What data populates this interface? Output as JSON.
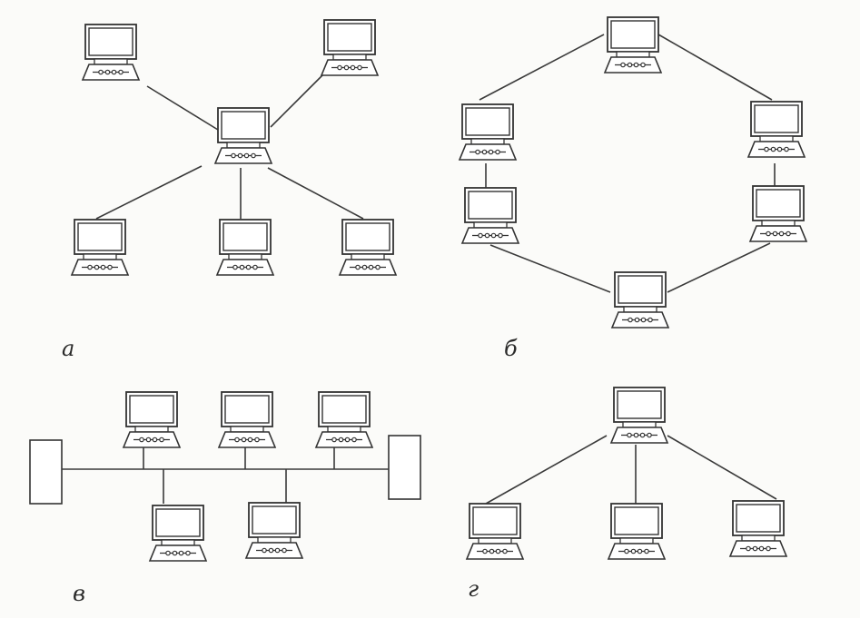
{
  "labels": {
    "a": "а",
    "b": "б",
    "v": "в",
    "g": "г"
  },
  "colors": {
    "ink": "#333333",
    "paper": "#fbfbf9",
    "screen": "#ffffff"
  },
  "icon": "computer-workstation-icon"
}
